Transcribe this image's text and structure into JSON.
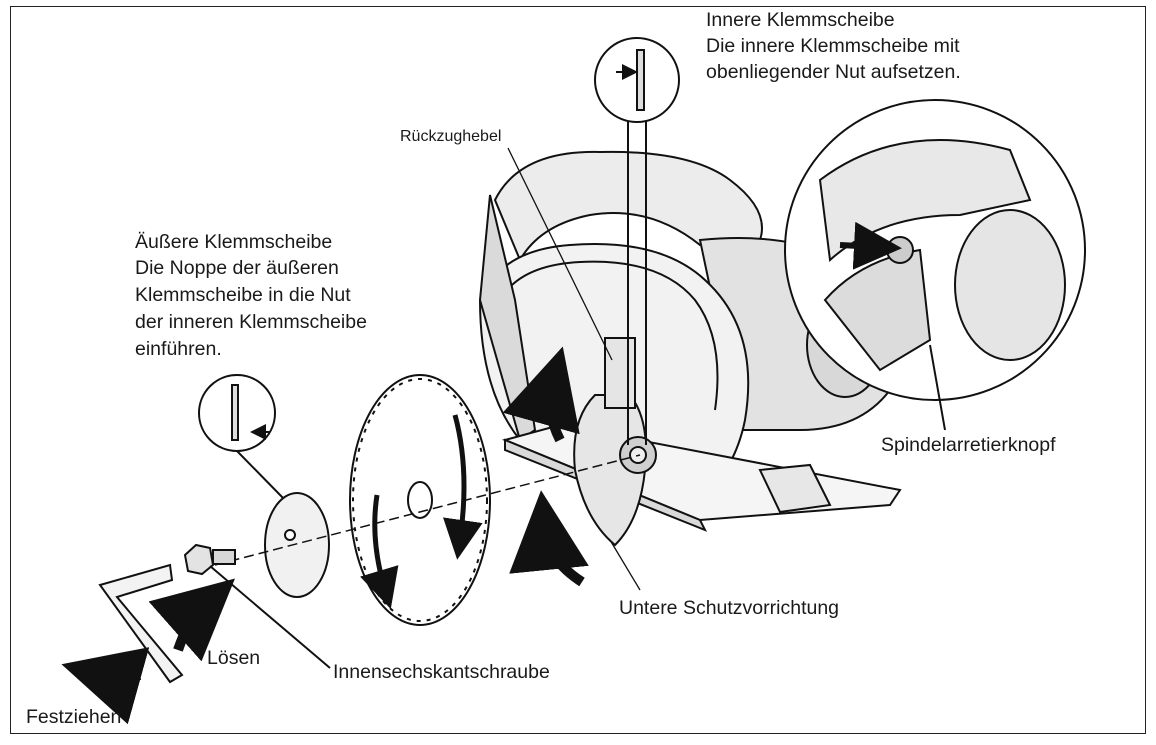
{
  "labels": {
    "inner_flange_title": "Innere Klemmscheibe",
    "inner_flange_desc_1": "Die innere Klemmscheibe mit",
    "inner_flange_desc_2": "obenliegender Nut aufsetzen.",
    "retraction_lever": "Rückzughebel",
    "outer_flange_title": "Äußere Klemmscheibe",
    "outer_flange_desc_1": "Die Noppe der äußeren",
    "outer_flange_desc_2": "Klemmscheibe in die Nut",
    "outer_flange_desc_3": "der inneren Klemmscheibe",
    "outer_flange_desc_4": "einführen.",
    "shaft_lock": "Spindelarretierknopf",
    "lower_guard": "Untere Schutzvorrichtung",
    "loosen": "Lösen",
    "hex_bolt": "Innensechskantschraube",
    "tighten": "Festziehen"
  },
  "colors": {
    "ink": "#1a1a1a",
    "tool_fill": "#e9e9e9",
    "shade": "#c8c8c8",
    "background": "#ffffff"
  },
  "icons": [
    "hex-wrench-icon",
    "saw-blade-icon",
    "circular-saw-icon",
    "arrow-icon"
  ]
}
